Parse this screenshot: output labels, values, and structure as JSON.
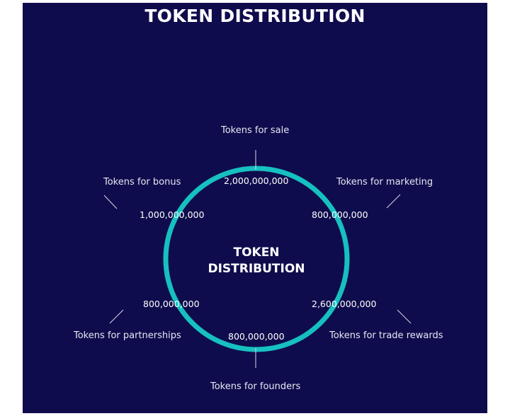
{
  "title": "TOKEN DISTRIBUTION",
  "center": {
    "line1": "TOKEN",
    "line2": "DISTRIBUTION"
  },
  "colors": {
    "background": "#0f0c4d",
    "ring": "#17c0c0",
    "text": "#ffffff"
  },
  "segments": [
    {
      "label": "Tokens for sale",
      "value": "2,000,000,000"
    },
    {
      "label": "Tokens for marketing",
      "value": "800,000,000"
    },
    {
      "label": "Tokens for trade rewards",
      "value": "2,600,000,000"
    },
    {
      "label": "Tokens for founders",
      "value": "800,000,000"
    },
    {
      "label": "Tokens for partnerships",
      "value": "800,000,000"
    },
    {
      "label": "Tokens for bonus",
      "value": "1,000,000,000"
    }
  ]
}
